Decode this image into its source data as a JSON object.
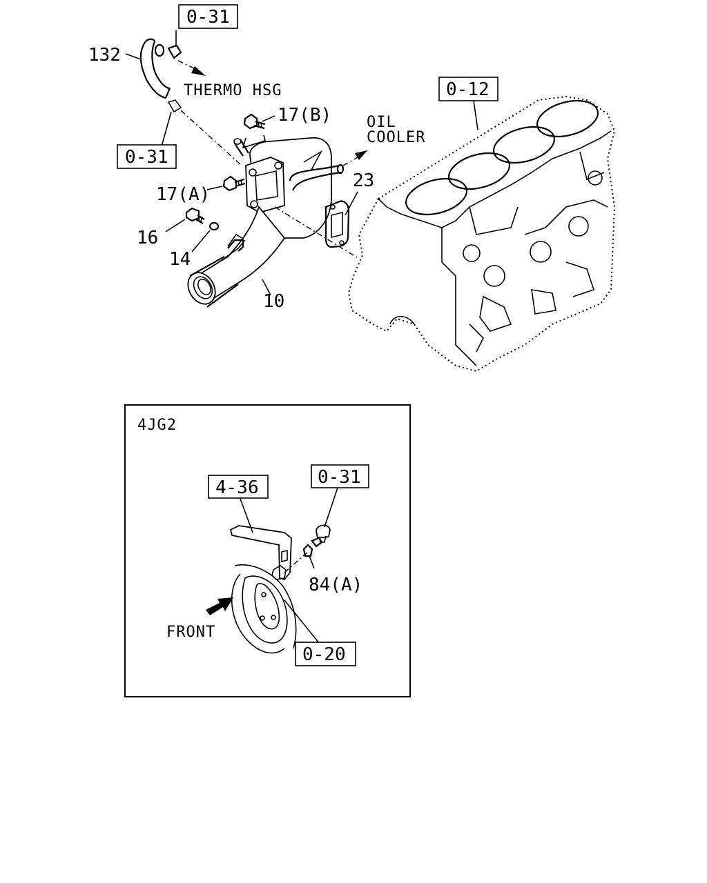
{
  "callouts": {
    "ref_031_top": "0-31",
    "ref_031_left": "0-31",
    "ref_012": "0-12",
    "ref_436": "4-36",
    "ref_031_inset": "0-31",
    "ref_020": "0-20"
  },
  "part_numbers": {
    "p132": "132",
    "p17b": "17(B)",
    "p17a": "17(A)",
    "p23": "23",
    "p16": "16",
    "p14": "14",
    "p10": "10",
    "p84a": "84(A)"
  },
  "annotations": {
    "thermo_hsg": "THERMO HSG",
    "oil_line1": "OIL",
    "oil_line2": "COOLER",
    "front": "FRONT"
  },
  "inset": {
    "title": "4JG2"
  }
}
